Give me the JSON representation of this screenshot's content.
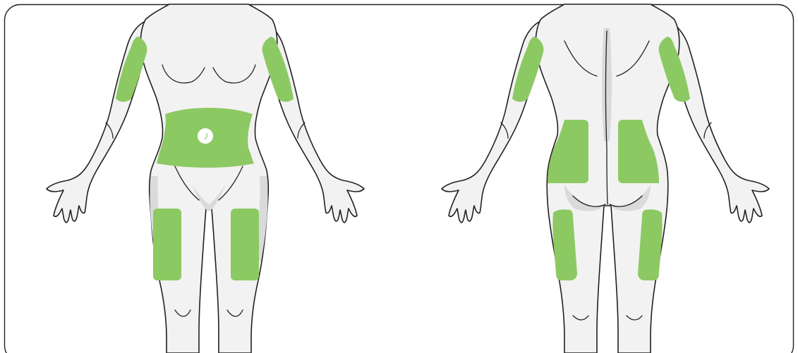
{
  "colors": {
    "zone": "#8dc963",
    "skin": "#f2f2f2",
    "shade": "#d9dadb",
    "outline": "#231f20",
    "frame": "#231f20",
    "background": "#ffffff"
  },
  "figures": [
    {
      "view": "front",
      "zones": [
        "upper-arm-left",
        "upper-arm-right",
        "abdomen",
        "thigh-left",
        "thigh-right"
      ],
      "marker": "navel-circle-icon"
    },
    {
      "view": "back",
      "zones": [
        "upper-arm-left",
        "upper-arm-right",
        "lower-back-left",
        "lower-back-right",
        "thigh-left",
        "thigh-right"
      ]
    }
  ]
}
